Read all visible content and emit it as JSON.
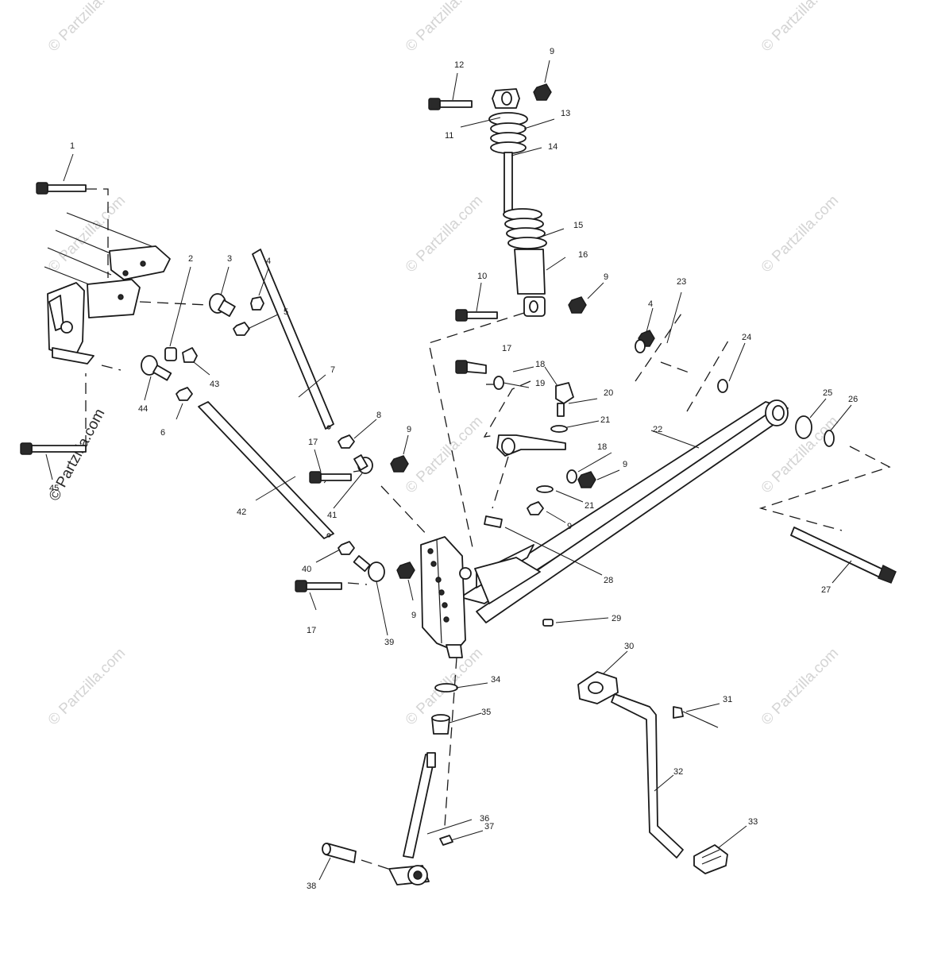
{
  "watermark": {
    "text": "© Partzilla.com",
    "color_light": "#d4d4d4",
    "color_dark": "#2a2a2a"
  },
  "callouts": [
    {
      "id": "1",
      "label": "1"
    },
    {
      "id": "2",
      "label": "2"
    },
    {
      "id": "3",
      "label": "3"
    },
    {
      "id": "4a",
      "label": "4"
    },
    {
      "id": "5",
      "label": "5"
    },
    {
      "id": "6",
      "label": "6"
    },
    {
      "id": "7",
      "label": "7"
    },
    {
      "id": "8",
      "label": "8"
    },
    {
      "id": "9a",
      "label": "9"
    },
    {
      "id": "9b",
      "label": "9"
    },
    {
      "id": "9c",
      "label": "9"
    },
    {
      "id": "9d",
      "label": "9"
    },
    {
      "id": "9e",
      "label": "9"
    },
    {
      "id": "9f",
      "label": "9"
    },
    {
      "id": "10",
      "label": "10"
    },
    {
      "id": "11",
      "label": "11"
    },
    {
      "id": "12",
      "label": "12"
    },
    {
      "id": "13",
      "label": "13"
    },
    {
      "id": "14",
      "label": "14"
    },
    {
      "id": "15",
      "label": "15"
    },
    {
      "id": "16",
      "label": "16"
    },
    {
      "id": "17a",
      "label": "17"
    },
    {
      "id": "17b",
      "label": "17"
    },
    {
      "id": "17c",
      "label": "17"
    },
    {
      "id": "18a",
      "label": "18"
    },
    {
      "id": "18b",
      "label": "18"
    },
    {
      "id": "19",
      "label": "19"
    },
    {
      "id": "20",
      "label": "20"
    },
    {
      "id": "21a",
      "label": "21"
    },
    {
      "id": "21b",
      "label": "21"
    },
    {
      "id": "22",
      "label": "22"
    },
    {
      "id": "23",
      "label": "23"
    },
    {
      "id": "24",
      "label": "24"
    },
    {
      "id": "25",
      "label": "25"
    },
    {
      "id": "26",
      "label": "26"
    },
    {
      "id": "27",
      "label": "27"
    },
    {
      "id": "28",
      "label": "28"
    },
    {
      "id": "29",
      "label": "29"
    },
    {
      "id": "30",
      "label": "30"
    },
    {
      "id": "31",
      "label": "31"
    },
    {
      "id": "32",
      "label": "32"
    },
    {
      "id": "33",
      "label": "33"
    },
    {
      "id": "34",
      "label": "34"
    },
    {
      "id": "35",
      "label": "35"
    },
    {
      "id": "36",
      "label": "36"
    },
    {
      "id": "37",
      "label": "37"
    },
    {
      "id": "38",
      "label": "38"
    },
    {
      "id": "39",
      "label": "39"
    },
    {
      "id": "40",
      "label": "40"
    },
    {
      "id": "41",
      "label": "41"
    },
    {
      "id": "42",
      "label": "42"
    },
    {
      "id": "43",
      "label": "43"
    },
    {
      "id": "44",
      "label": "44"
    },
    {
      "id": "45",
      "label": "45"
    },
    {
      "id": "4b",
      "label": "4"
    }
  ]
}
